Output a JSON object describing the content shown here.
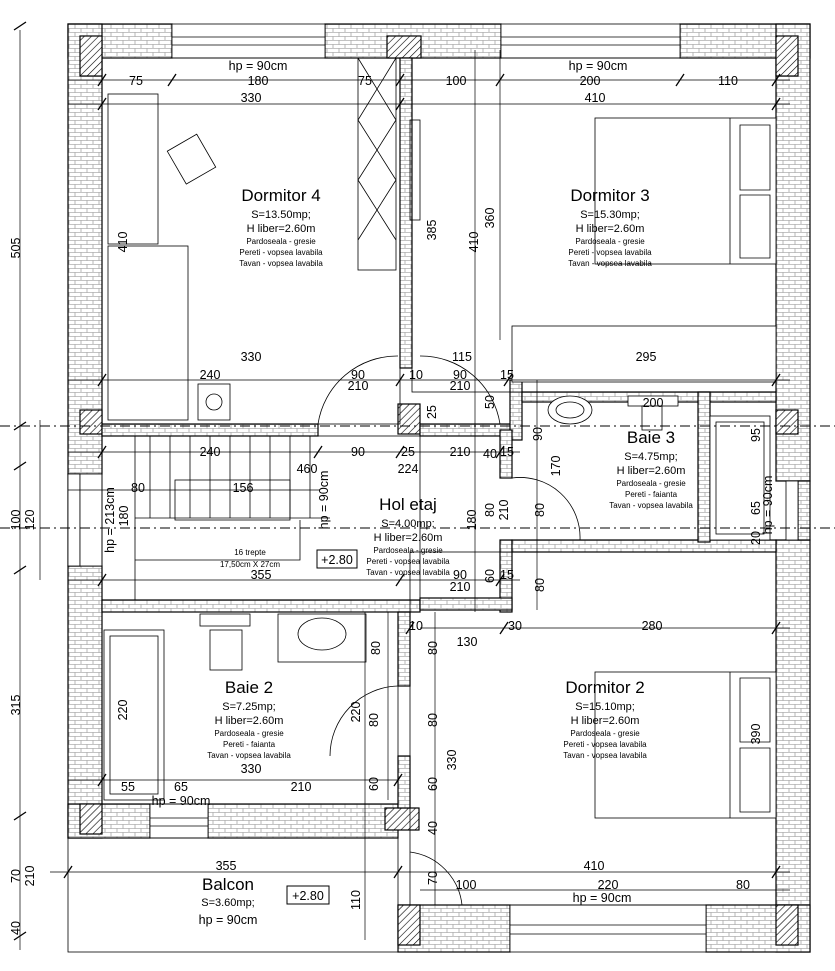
{
  "rooms": {
    "dormitor4": {
      "name": "Dormitor 4",
      "area": "S=13.50mp;",
      "height": "H liber=2.60m",
      "floor": "Pardoseala - gresie",
      "walls": "Pereti - vopsea lavabila",
      "ceiling": "Tavan - vopsea lavabila"
    },
    "dormitor3": {
      "name": "Dormitor 3",
      "area": "S=15.30mp;",
      "height": "H liber=2.60m",
      "floor": "Pardoseala - gresie",
      "walls": "Pereti - vopsea lavabila",
      "ceiling": "Tavan - vopsea lavabila"
    },
    "baie3": {
      "name": "Baie 3",
      "area": "S=4.75mp;",
      "height": "H liber=2.60m",
      "floor": "Pardoseala - gresie",
      "walls": "Pereti - faianta",
      "ceiling": "Tavan - vopsea lavabila"
    },
    "hol": {
      "name": "Hol etaj",
      "area": "S=4.00mp;",
      "height": "H liber=2.60m",
      "floor": "Pardoseala - gresie",
      "walls": "Pereti - vopsea lavabila",
      "ceiling": "Tavan - vopsea lavabila"
    },
    "baie2": {
      "name": "Baie 2",
      "area": "S=7.25mp;",
      "height": "H liber=2.60m",
      "floor": "Pardoseala - gresie",
      "walls": "Pereti - faianta",
      "ceiling": "Tavan - vopsea lavabila"
    },
    "dormitor2": {
      "name": "Dormitor 2",
      "area": "S=15.10mp;",
      "height": "H liber=2.60m",
      "floor": "Pardoseala - gresie",
      "walls": "Pereti - vopsea lavabila",
      "ceiling": "Tavan - vopsea lavabila"
    },
    "balcon": {
      "name": "Balcon",
      "area": "S=3.60mp;",
      "sill": "hp = 90cm"
    }
  },
  "stairs": {
    "count": "16 trepte",
    "size": "17,50cm X 27cm"
  },
  "levels": {
    "stair": "+2.80",
    "balcony": "+2.80"
  },
  "sills": {
    "top_left": "hp = 90cm",
    "top_right": "hp = 90cm",
    "left": "hp = 213cm",
    "hall": "hp = 90cm",
    "bath3": "hp = 90cm",
    "bath2": "hp = 90cm",
    "bottom_right": "hp = 90cm"
  },
  "dims": {
    "top_75": "75",
    "top_180": "180",
    "top_75b": "75",
    "top_100": "100",
    "top_200": "200",
    "top_110": "110",
    "top_330": "330",
    "top_410": "410",
    "v_410_d4": "410",
    "v_385": "385",
    "v_410_mid": "410",
    "v_360": "360",
    "h_330_low": "330",
    "h_115": "115",
    "h_295": "295",
    "h_240": "240",
    "h_90a": "90",
    "h_10a": "10",
    "h_210a": "210",
    "h_15a": "15",
    "h_210b": "210",
    "h_210c": "210",
    "v_25a": "25",
    "v_50": "50",
    "h_200": "200",
    "v_95": "95",
    "h_240b": "240",
    "h_90b": "90",
    "h_25b": "25",
    "h_90c": "90",
    "h_40": "40",
    "h_15b": "15",
    "v_90a": "90",
    "h_460": "460",
    "h_224": "224",
    "v_170": "170",
    "h_80": "80",
    "h_156": "156",
    "v_180a": "180",
    "v_180b": "180",
    "v_210": "210",
    "v_80a": "80",
    "v_65": "65",
    "h_355": "355",
    "v_90b": "90",
    "v_60": "60",
    "h_15c": "15",
    "h_210d": "210",
    "v_80c": "80",
    "v_20": "20",
    "h_10b": "10",
    "h_130": "130",
    "h_30": "30",
    "h_280": "280",
    "v_80d": "80",
    "v_80e": "80",
    "v_220a": "220",
    "v_220b": "220",
    "v_80f": "80",
    "v_80g": "80",
    "v_330": "330",
    "v_390": "390",
    "h_330b": "330",
    "h_55": "55",
    "h_65": "65",
    "h_210e": "210",
    "v_60b": "60",
    "v_60c": "60",
    "v_40b": "40",
    "h_355b": "355",
    "h_410b": "410",
    "v_110": "110",
    "v_70b": "70",
    "h_100b": "100",
    "h_220": "220",
    "h_80b": "80",
    "left_505": "505",
    "left_100": "100",
    "left_120": "120",
    "left_315": "315",
    "left_70": "70",
    "left_210": "210",
    "left_40": "40"
  }
}
